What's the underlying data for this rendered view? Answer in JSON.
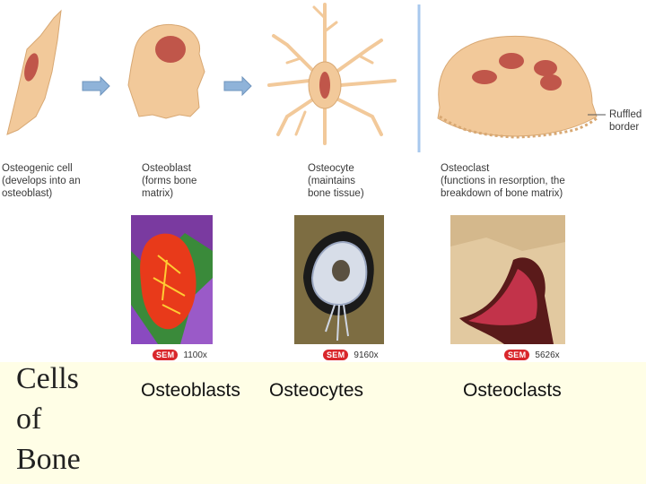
{
  "title_lines": [
    "Cells",
    "of",
    "Bone"
  ],
  "captions": [
    {
      "name": "Osteogenic cell",
      "lines": [
        "Osteogenic cell",
        "(develops into an",
        "osteoblast)"
      ]
    },
    {
      "name": "Osteoblast",
      "lines": [
        "Osteoblast",
        "(forms bone",
        "matrix)"
      ]
    },
    {
      "name": "Osteocyte",
      "lines": [
        "Osteocyte",
        "(maintains",
        "bone tissue)"
      ]
    },
    {
      "name": "Osteoclast",
      "lines": [
        "Osteoclast",
        "(functions in resorption, the",
        "breakdown of bone matrix)"
      ]
    }
  ],
  "ruffled_border_label": [
    "Ruffled",
    "border"
  ],
  "sem_badges": [
    {
      "badge": "SEM",
      "magnification": "1100x"
    },
    {
      "badge": "SEM",
      "magnification": "9160x"
    },
    {
      "badge": "SEM",
      "magnification": "5626x"
    }
  ],
  "bottom_labels": {
    "osteoblasts": "Osteoblasts",
    "osteocytes": "Osteocytes",
    "osteoclasts": "Osteoclasts"
  },
  "colors": {
    "cell_fill": "#f2c99a",
    "nucleus": "#c0564a",
    "arrow": "#8fb3d9",
    "band_bg": "#fffee6",
    "sem_red": "#d9262b",
    "divider": "#a8c8ee"
  }
}
